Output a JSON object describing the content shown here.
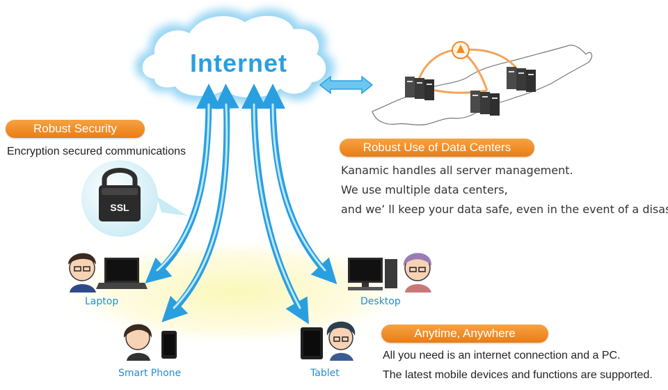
{
  "cloud": {
    "title": "Internet"
  },
  "security": {
    "pill": "Robust Security",
    "text": "Encryption secured communications",
    "lock_label": "SSL"
  },
  "datacenters": {
    "pill": "Robust Use of Data Centers",
    "lines": [
      "Kanamic handles all server management.",
      "We use multiple data centers,",
      "and we’ ll keep your data safe, even in the event of a disaster."
    ]
  },
  "anytime": {
    "pill": "Anytime, Anywhere",
    "lines": [
      "All you need is an internet connection and a PC.",
      "The latest mobile devices and functions are supported."
    ]
  },
  "devices": {
    "laptop": "Laptop",
    "desktop": "Desktop",
    "smartphone": "Smart Phone",
    "tablet": "Tablet"
  },
  "colors": {
    "accent_orange": "#ee8a1f",
    "arrow_blue": "#2a9fe0",
    "label_blue": "#1f8fd6"
  }
}
